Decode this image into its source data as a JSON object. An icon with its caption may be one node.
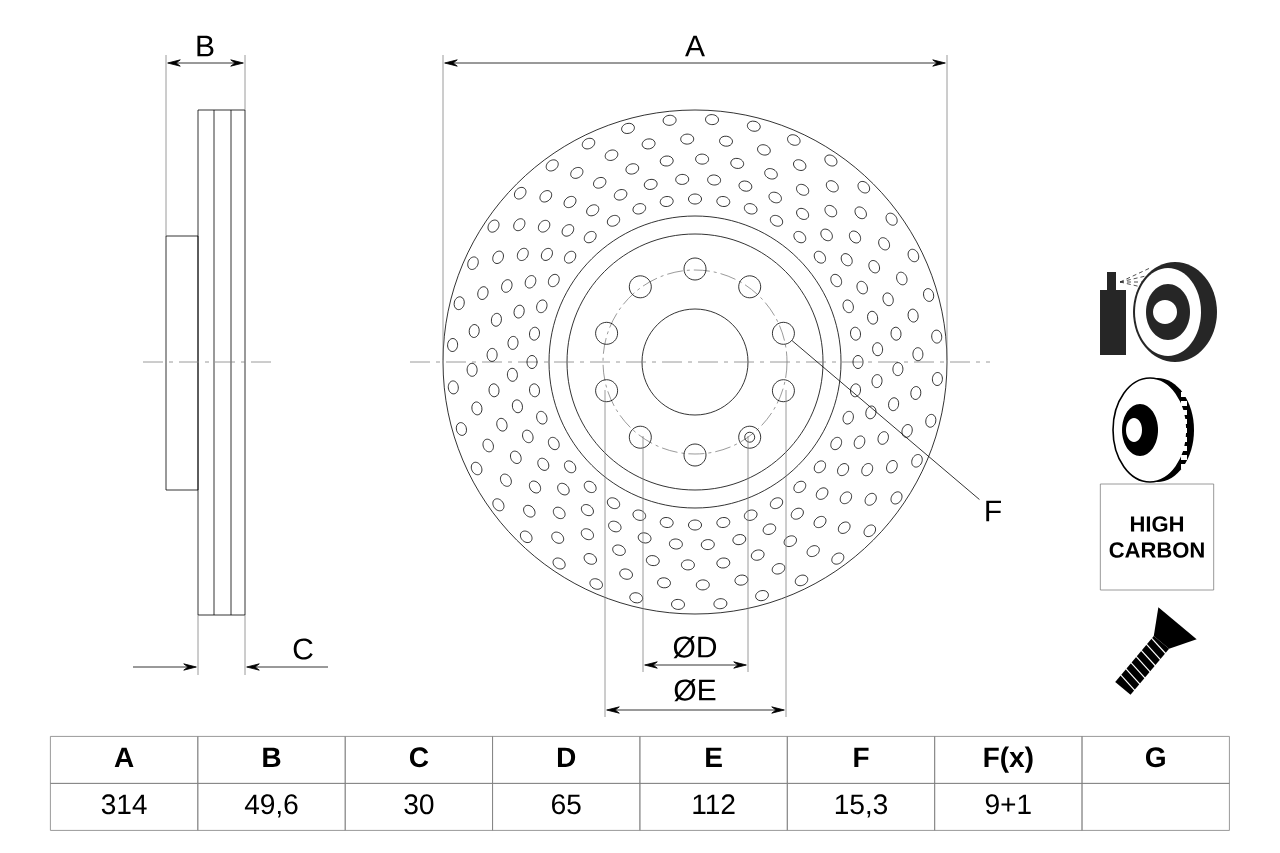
{
  "diagram": {
    "nodes": [
      {
        "text": [
          "F"
        ]
      },
      {
        "text": [],
        "shape": "circle"
      },
      {
        "text": [
          "HIGH CARBON"
        ]
      }
    ],
    "edges": [
      {
        "from": 0,
        "to": 1,
        "arrow": "none"
      }
    ],
    "labels": [
      "B",
      "A",
      "C",
      "ØD",
      "ØE",
      "A",
      "B",
      "C",
      "D",
      "E",
      "F",
      "F(x)",
      "G",
      "314",
      "49,6",
      "30",
      "65",
      "112",
      "15,3",
      "9+1"
    ]
  }
}
